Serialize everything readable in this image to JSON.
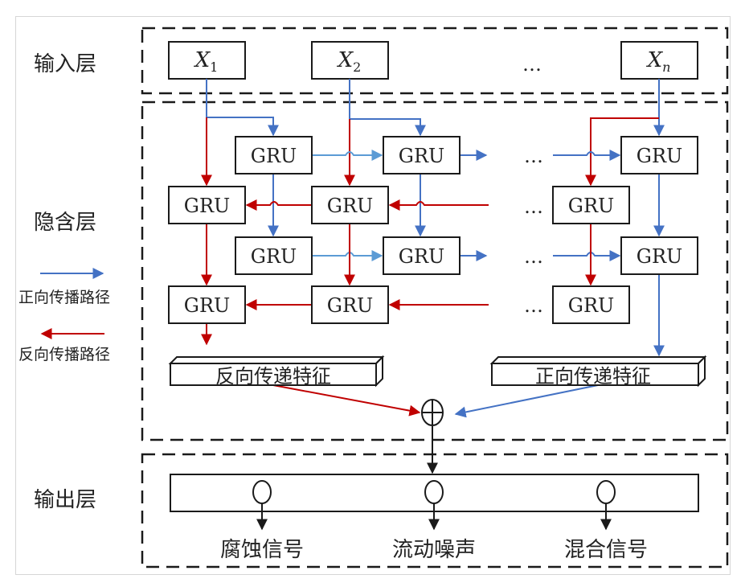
{
  "colors": {
    "forward": "#4472c4",
    "forward_light": "#5b9bd5",
    "backward": "#c00000",
    "ink": "#1a1a1a",
    "frame": "#d6d6d6"
  },
  "layers": {
    "input": {
      "label": "输入层"
    },
    "hidden": {
      "label": "隐含层"
    },
    "output": {
      "label": "输出层"
    }
  },
  "inputs": [
    {
      "base": "X",
      "sub": "1"
    },
    {
      "base": "X",
      "sub": "2"
    },
    {
      "base": "X",
      "sub": "n"
    }
  ],
  "ellipsis": "…",
  "gru_label": "GRU",
  "legend": {
    "forward": "正向传播路径",
    "backward": "反向传播路径"
  },
  "features": {
    "backward": "反向传递特征",
    "forward": "正向传递特征"
  },
  "merge_symbol": "⊕",
  "outputs": [
    "腐蚀信号",
    "流动噪声",
    "混合信号"
  ]
}
